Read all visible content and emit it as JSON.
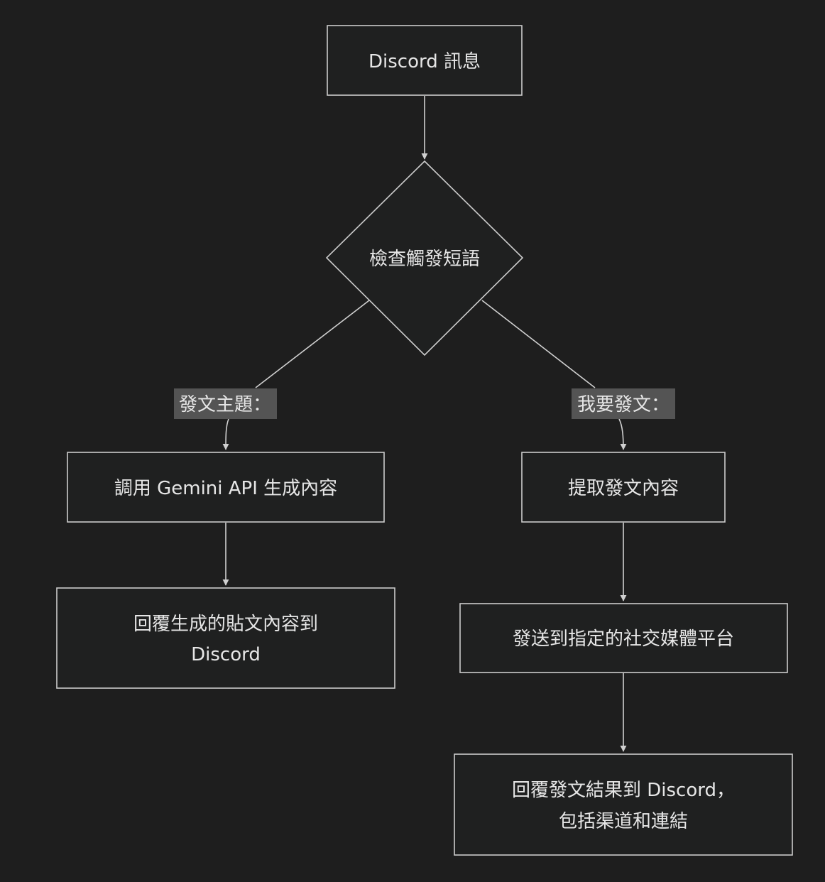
{
  "diagram": {
    "nodes": {
      "discord_message": {
        "label": "Discord 訊息"
      },
      "check_trigger": {
        "label": "檢查觸發短語"
      },
      "call_gemini": {
        "label": "調用 Gemini API 生成內容"
      },
      "extract_post": {
        "label": "提取發文內容"
      },
      "reply_generated": {
        "lines": [
          "回覆生成的貼文內容到",
          "Discord"
        ]
      },
      "send_social": {
        "label": "發送到指定的社交媒體平台"
      },
      "reply_result": {
        "lines": [
          "回覆發文結果到 Discord，",
          "包括渠道和連結"
        ]
      }
    },
    "edges": {
      "topic_label": "發文主題：",
      "post_label": "我要發文："
    }
  },
  "colors": {
    "background": "#1e1e1e",
    "node_fill": "#1f2020",
    "node_stroke": "#cccccc",
    "edge": "#d0d0d0",
    "label_bg": "#545454",
    "text": "#e6e6e6"
  }
}
